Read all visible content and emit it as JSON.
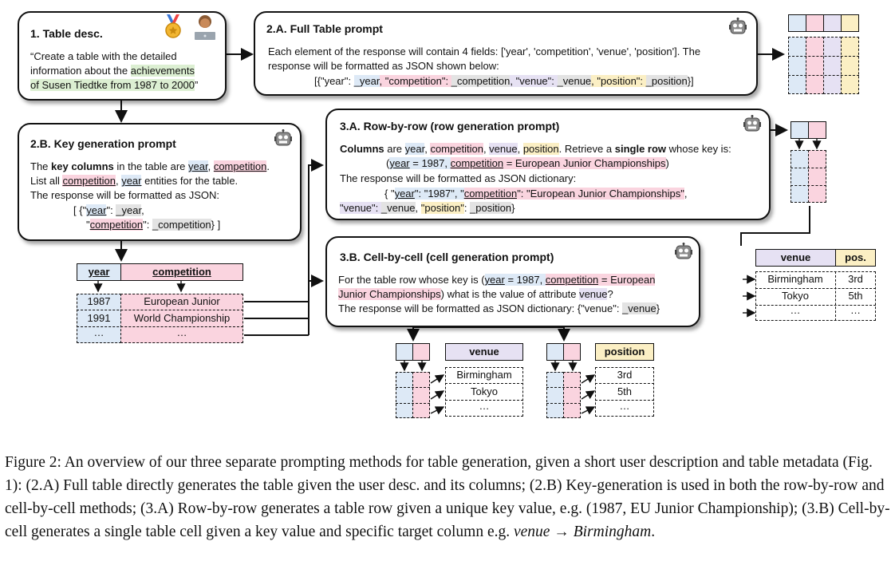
{
  "box1": {
    "title": "1. Table desc.",
    "line1": "“Create a table with the detailed",
    "line2a": "information about the ",
    "line2b": "achievements",
    "line3a": "of Susen Tiedtke from 1987 to 2000",
    "line3b": "”"
  },
  "box2a": {
    "title": "2.A. Full Table prompt",
    "line1": "Each element of the response will contain 4 fields: ['year', 'competition', 'venue', 'position']. The",
    "line2": "response will be formatted as JSON shown below:",
    "json": [
      "[{\"year\": ",
      "_year",
      ", \"competition\": ",
      "_competition",
      ", \"venue\": ",
      "_venue",
      ", \"position\": ",
      "_position",
      "}]"
    ]
  },
  "box2b": {
    "title": "2.B. Key generation prompt",
    "l1a": "The ",
    "l1b": "key columns",
    "l1c": " in the table are ",
    "l1d": "year",
    "l1e": ", ",
    "l1f": "competition",
    "l1g": ".",
    "l2a": "List all ",
    "l2b": "competition",
    "l2c": ", ",
    "l2d": "year",
    "l2e": " entities for the table.",
    "l3": "The response will be formatted as JSON:",
    "l4a": "[ {\"",
    "l4b": "year",
    "l4c": "\": ",
    "l4d": "_year",
    "l4e": ",",
    "l5a": "\"",
    "l5b": "competition",
    "l5c": "\": ",
    "l5d": "_competition",
    "l5e": "} ]"
  },
  "box3a": {
    "title": "3.A. Row-by-row (row generation prompt)",
    "l1a": "Columns",
    "l1b": " are ",
    "l1c": "year",
    "l1d": ", ",
    "l1e": "competition",
    "l1f": ", ",
    "l1g": "venue",
    "l1h": ", ",
    "l1i": "position",
    "l1j": ". Retrieve a ",
    "l1k": "single row",
    "l1l": " whose key is:",
    "l2a": "(",
    "l2b": "year",
    "l2c": " = 1987, ",
    "l2d": "competition",
    "l2e": " = European Junior Championships",
    "l2f": ")",
    "l3": "The response will be formatted as JSON dictionary:",
    "l4a": "{ \"",
    "l4b": "year",
    "l4c": "\": \"1987\", \"",
    "l4d": "competition",
    "l4e": "\": \"European Junior Championships\"",
    "l4f": ",",
    "l5a": "\"venue\": ",
    "l5b": "_venue",
    "l5c": ", ",
    "l5d": "\"position\"",
    "l5e": ": ",
    "l5f": "_position",
    "l5g": "}"
  },
  "box3b": {
    "title": "3.B. Cell-by-cell (cell generation prompt)",
    "l1a": "For the table row whose key is (",
    "l1b": "year",
    "l1c": " = 1987, ",
    "l1d": "competition",
    "l1e": " = European",
    "l2a": "Junior Championships",
    "l2b": ") what is the value of attribute ",
    "l2c": "venue",
    "l2d": "?",
    "l3a": "The response will be formatted as JSON dictionary: {\"venue\": ",
    "l3b": "_venue",
    "l3c": "}"
  },
  "keytable": {
    "headers": [
      "year",
      "competition"
    ],
    "rows": [
      [
        "1987",
        "European Junior"
      ],
      [
        "1991",
        "World Championship"
      ],
      [
        "…",
        "…"
      ]
    ]
  },
  "rowtable": {
    "headers": [
      "venue",
      "pos."
    ],
    "rows": [
      [
        "Birmingham",
        "3rd"
      ],
      [
        "Tokyo",
        "5th"
      ],
      [
        "…",
        "…"
      ]
    ]
  },
  "celltable_venue": {
    "header": "venue",
    "rows": [
      "Birmingham",
      "Tokyo",
      "…"
    ]
  },
  "celltable_position": {
    "header": "position",
    "rows": [
      "3rd",
      "5th",
      "…"
    ]
  },
  "caption": {
    "text": "Figure 2: An overview of our three separate prompting methods for table generation, given a short user description and table metadata (Fig. 1): (2.A) Full table directly generates the table given the user desc. and its columns; (2.B) Key-generation is used in both the row-by-row and cell-by-cell methods; (3.A) Row-by-row generates a table row given a unique key value, e.g. (1987, EU Junior Championship); (3.B) Cell-by-cell generates a single table cell given a key value and specific target column e.g. ",
    "italic_a": "venue",
    "arrow": " → ",
    "italic_b": "Birmingham",
    "end": "."
  },
  "icons": {
    "medal": "medal-icon",
    "person": "person-laptop-icon",
    "robot": "robot-icon"
  },
  "colors": {
    "blue": "#dde9f6",
    "pink": "#fad4df",
    "purple": "#e6e1f3",
    "yellow": "#fbefc4",
    "green": "#dcefd2",
    "gray": "#e3e3e3"
  }
}
